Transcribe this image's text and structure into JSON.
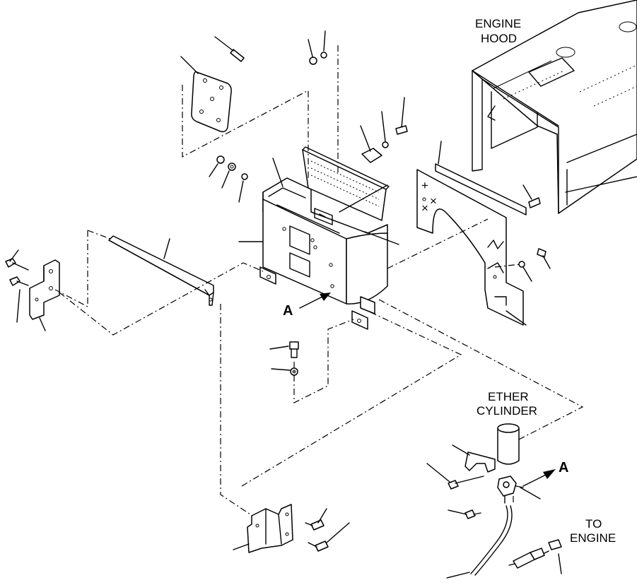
{
  "labels": {
    "engine_hood": [
      "ENGINE",
      "HOOD"
    ],
    "ether_cylinder": [
      "ETHER",
      "CYLINDER"
    ],
    "to_engine": [
      "TO",
      "ENGINE"
    ],
    "view_a_left": "A",
    "view_a_right": "A"
  }
}
